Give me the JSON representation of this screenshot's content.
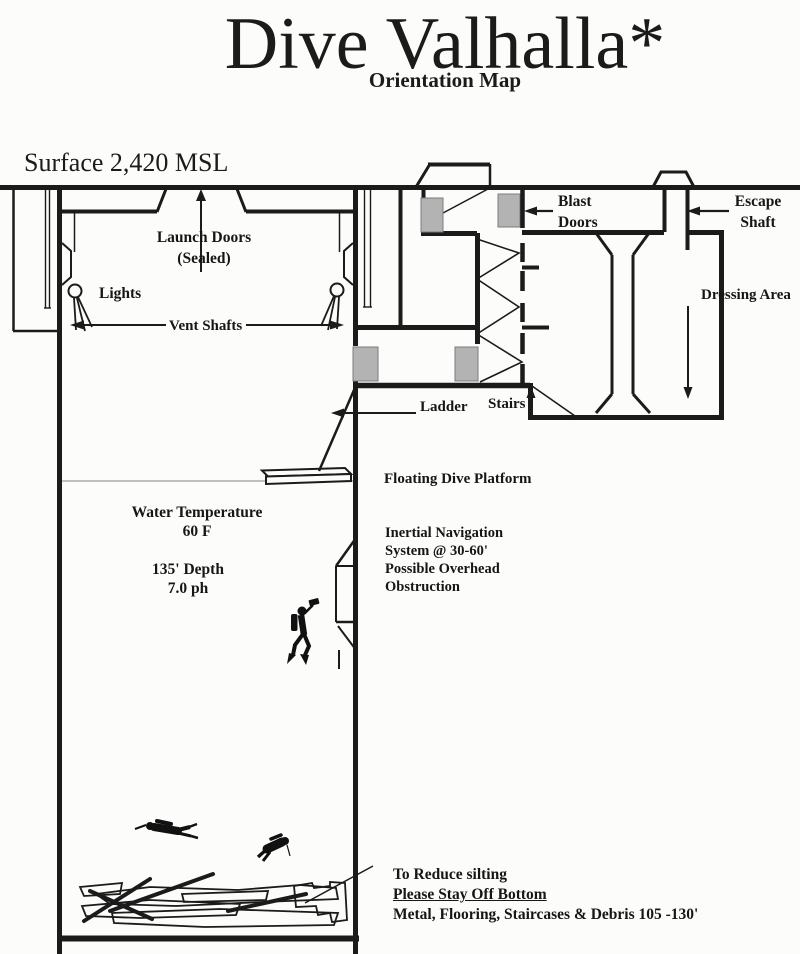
{
  "title": "Dive Valhalla*",
  "subtitle": "Orientation Map",
  "surface_label": "Surface 2,420 MSL",
  "labels": {
    "launch_doors": "Launch Doors\n(Sealed)",
    "lights": "Lights",
    "vent_shafts": "Vent Shafts",
    "blast_doors": "Blast\nDoors",
    "escape_shaft": "Escape\nShaft",
    "dressing_area": "Dressing Area",
    "ladder": "Ladder",
    "stairs": "Stairs",
    "floating_dive_platform": "Floating Dive Platform",
    "water_temperature": "Water Temperature\n60 F",
    "depth_info": "135' Depth\n7.0 ph",
    "inertial_navigation": "Inertial Navigation\nSystem @ 30-60'\nPossible Overhead\nObstruction",
    "silting_line1": "To Reduce silting",
    "silting_line2": "Please Stay Off Bottom",
    "silting_line3": "Metal, Flooring, Staircases & Debris 105 -130'"
  },
  "colors": {
    "ink": "#1b1b1b",
    "paper": "#fcfcfa",
    "blast_door_fill": "#b3b3b3",
    "blast_door_edge": "#7d7d7d",
    "waterline": "#9b9b9b"
  }
}
